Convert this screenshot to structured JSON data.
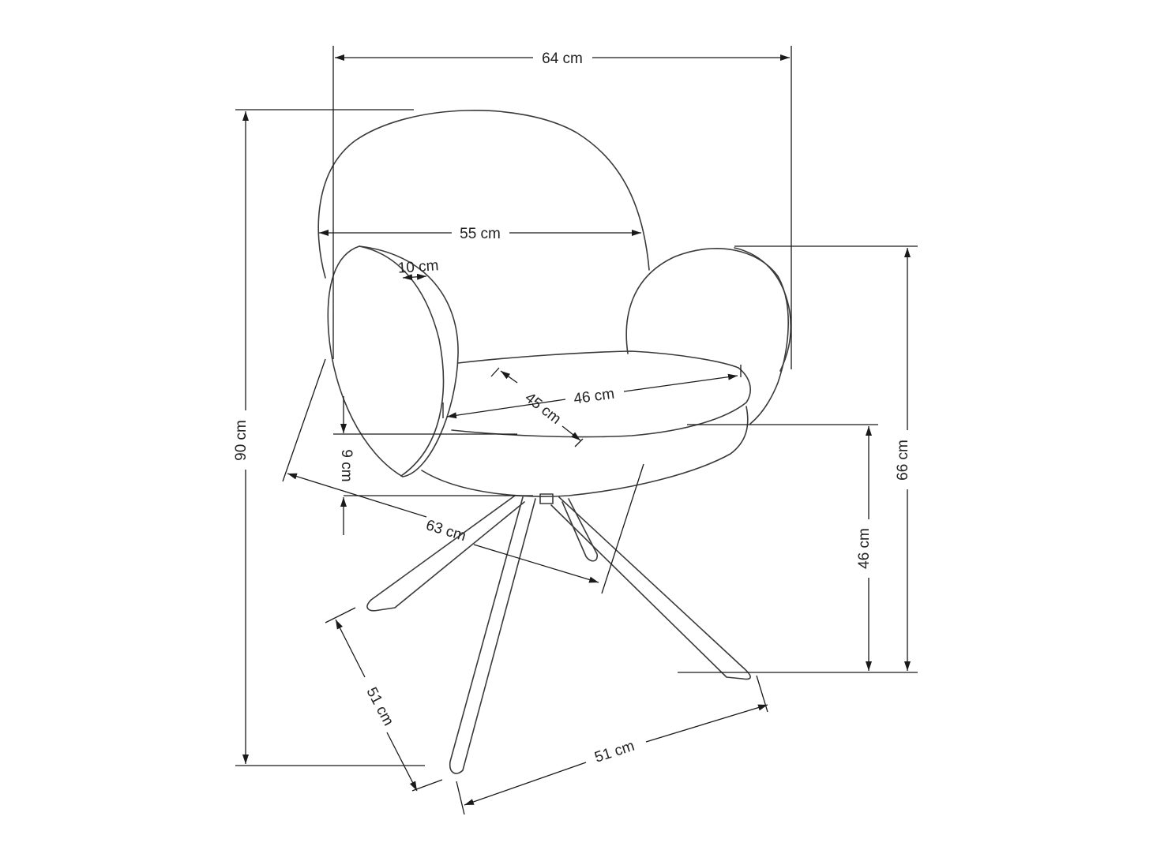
{
  "dimensions": {
    "overall_width": "64 cm",
    "backrest_width": "55 cm",
    "armrest_thickness": "10 cm",
    "seat_width": "46 cm",
    "seat_depth": "45 cm",
    "seat_thickness": "9 cm",
    "overall_height": "90 cm",
    "armrest_height": "66 cm",
    "seat_height": "46 cm",
    "overall_depth": "63 cm",
    "base_depth": "51 cm",
    "base_width": "51 cm"
  }
}
